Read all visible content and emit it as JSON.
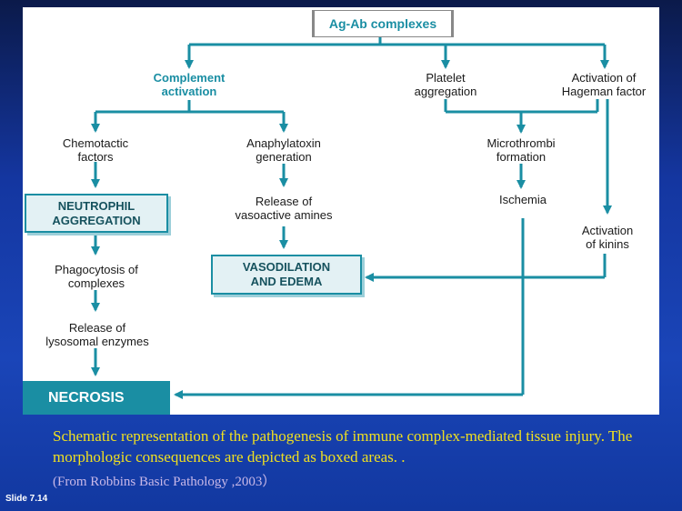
{
  "diagram": {
    "top": "Ag-Ab complexes",
    "complement": "Complement\nactivation",
    "platelet": "Platelet\naggregation",
    "hageman": "Activation of\nHageman factor",
    "chemotactic": "Chemotactic\nfactors",
    "anaphylatoxin": "Anaphylatoxin\ngeneration",
    "microthrombi": "Microthrombi\nformation",
    "neutrophil": "NEUTROPHIL\nAGGREGATION",
    "release_vasoactive": "Release of\nvasoactive amines",
    "ischemia": "Ischemia",
    "kinins": "Activation\nof kinins",
    "phagocytosis": "Phagocytosis of\ncomplexes",
    "vasodilation": "VASODILATION\nAND EDEMA",
    "release_lysosomal": "Release of\nlysosomal enzymes",
    "necrosis": "NECROSIS"
  },
  "caption": "Schematic representation of the pathogenesis of immune complex-mediated tissue injury. The morphologic consequences are depicted as boxed areas. .",
  "source": "(From Robbins Basic Pathology ,2003）",
  "slide_label": "Slide 7.14",
  "colors": {
    "teal": "#1a8ea3",
    "caption": "#f0e020",
    "source": "#c9b8e8",
    "background": "#1436a0"
  }
}
